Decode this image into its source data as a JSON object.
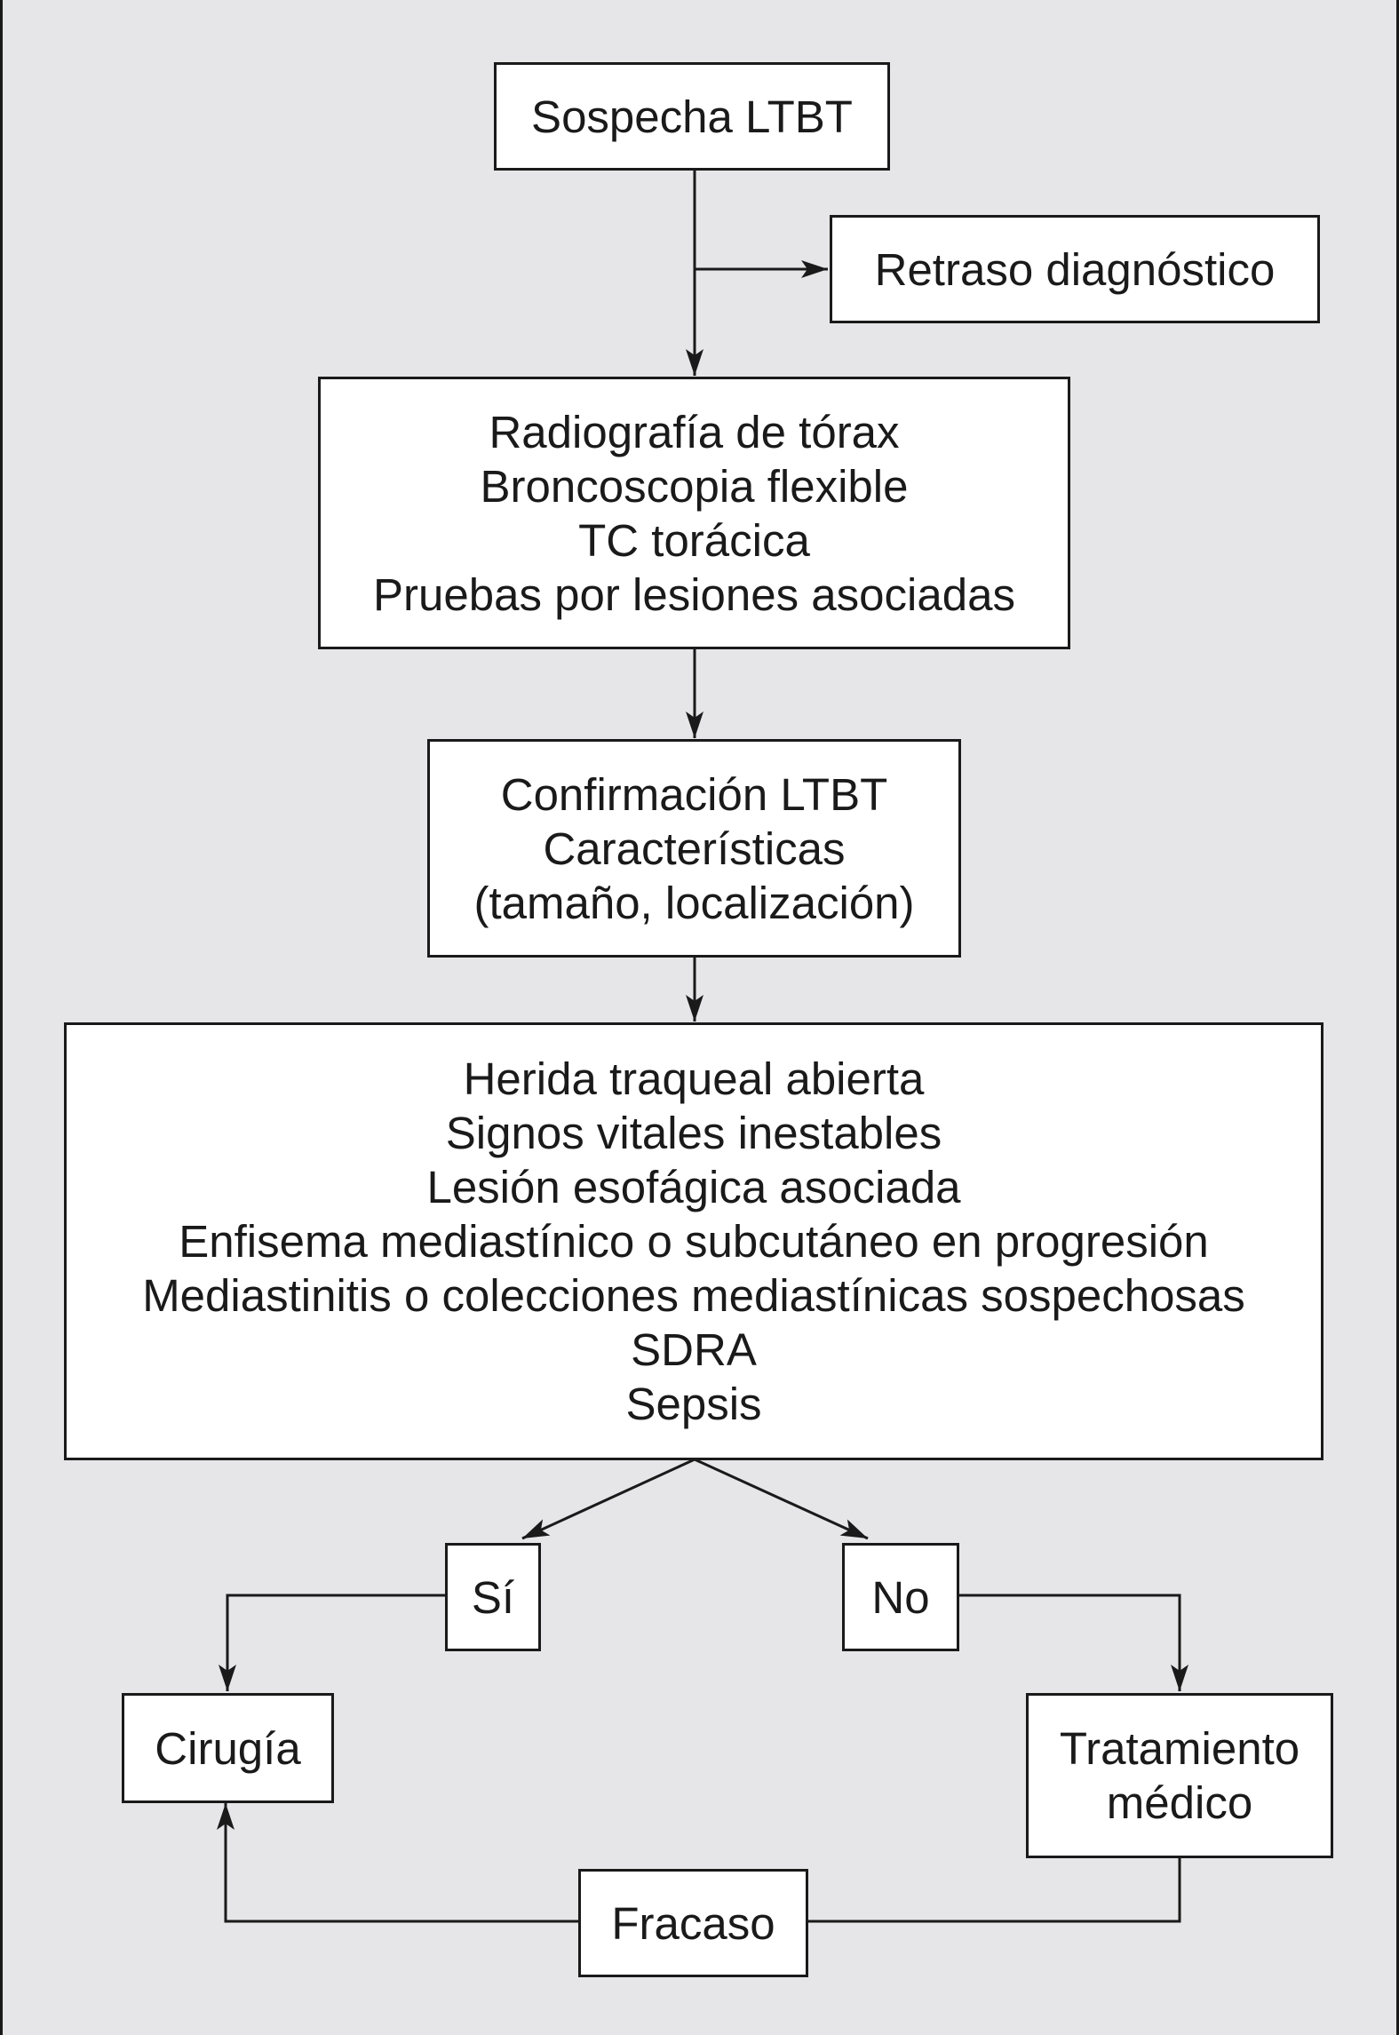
{
  "diagram": {
    "nodes": {
      "sospecha": {
        "lines": [
          "Sospecha LTBT"
        ]
      },
      "retraso": {
        "lines": [
          "Retraso diagnóstico"
        ]
      },
      "pruebas": {
        "lines": [
          "Radiografía de tórax",
          "Broncoscopia flexible",
          "TC torácica",
          "Pruebas por lesiones asociadas"
        ]
      },
      "confirmacion": {
        "lines": [
          "Confirmación LTBT",
          "Características",
          "(tamaño, localización)"
        ]
      },
      "criterios": {
        "lines": [
          "Herida traqueal abierta",
          "Signos vitales inestables",
          "Lesión esofágica asociada",
          "Enfisema mediastínico o subcutáneo en progresión",
          "Mediastinitis o colecciones mediastínicas sospechosas",
          "SDRA",
          "Sepsis"
        ]
      },
      "si": {
        "lines": [
          "Sí"
        ]
      },
      "no": {
        "lines": [
          "No"
        ]
      },
      "cirugia": {
        "lines": [
          "Cirugía"
        ]
      },
      "tratamiento": {
        "lines": [
          "Tratamiento",
          "médico"
        ]
      },
      "fracaso": {
        "lines": [
          "Fracaso"
        ]
      }
    },
    "edges": [
      {
        "from": "sospecha",
        "to": "pruebas"
      },
      {
        "from": "sospecha",
        "to": "retraso"
      },
      {
        "from": "pruebas",
        "to": "confirmacion"
      },
      {
        "from": "confirmacion",
        "to": "criterios"
      },
      {
        "from": "criterios",
        "to": "si"
      },
      {
        "from": "criterios",
        "to": "no"
      },
      {
        "from": "si",
        "to": "cirugia"
      },
      {
        "from": "no",
        "to": "tratamiento"
      },
      {
        "from": "tratamiento",
        "to": "fracaso"
      },
      {
        "from": "fracaso",
        "to": "cirugia"
      }
    ]
  }
}
